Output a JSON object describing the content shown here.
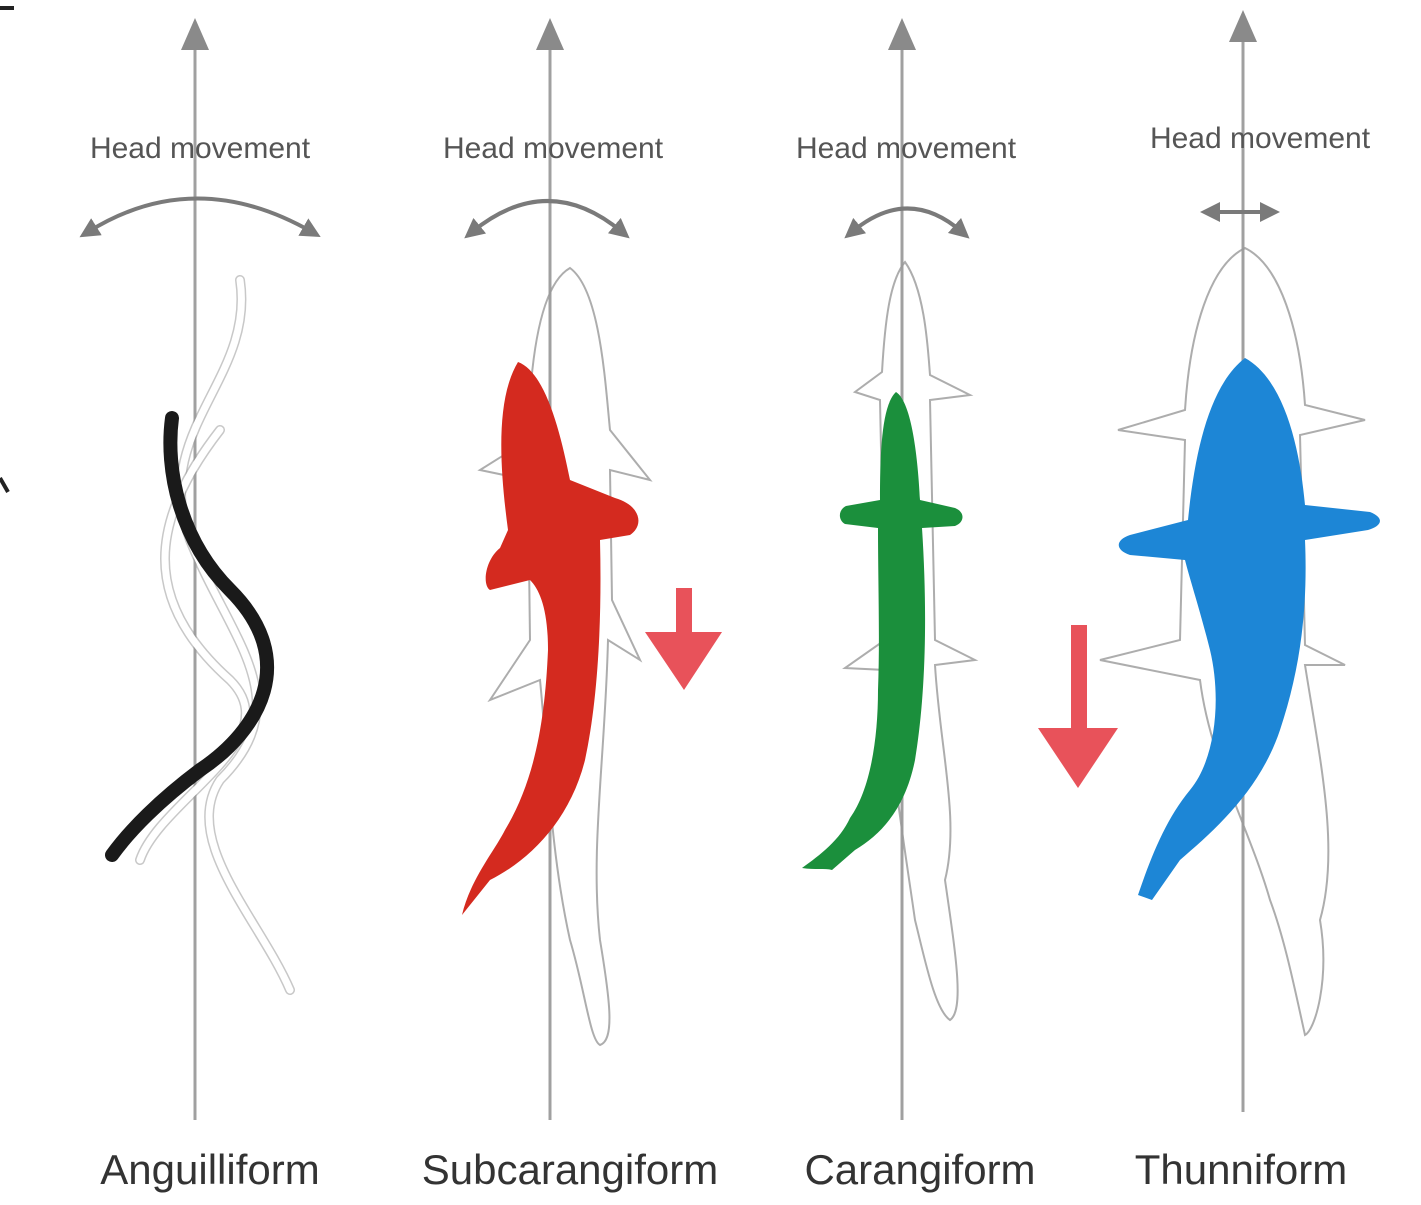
{
  "columns": [
    {
      "head_label": "Head movement",
      "style_label": "Anguilliform",
      "body_color": "#1a1a1a"
    },
    {
      "head_label": "Head movement",
      "style_label": "Subcarangiform",
      "body_color": "#d42a1f"
    },
    {
      "head_label": "Head movement",
      "style_label": "Carangiform",
      "body_color": "#1b8f3c"
    },
    {
      "head_label": "Head movement",
      "style_label": "Thunniform",
      "body_color": "#1d86d6"
    }
  ],
  "colors": {
    "axis": "#9a9a9a",
    "head_arrow": "#7a7a7a",
    "outline": "#8a8a8a",
    "down_arrow": "#e8525a"
  }
}
